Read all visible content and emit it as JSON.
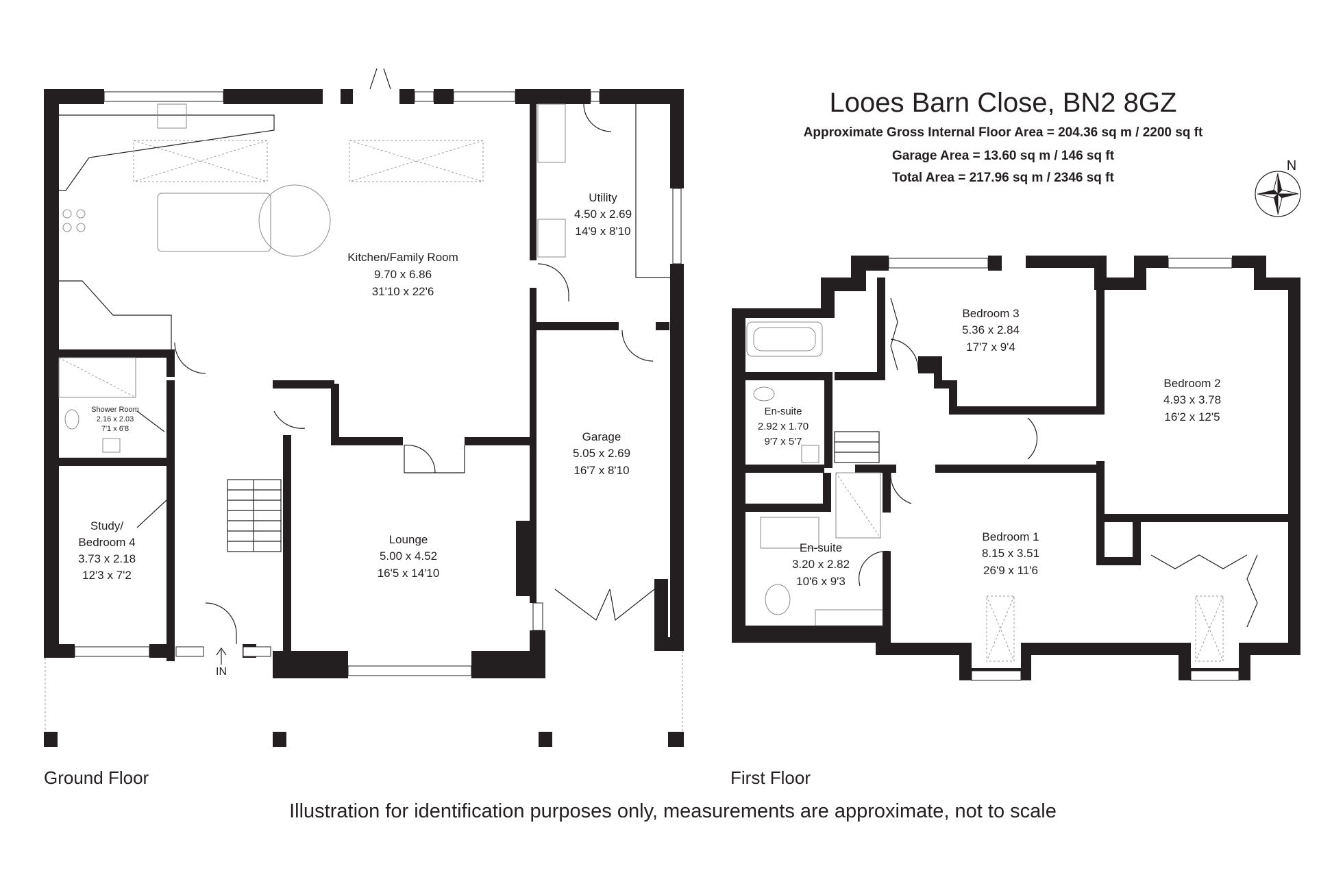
{
  "header": {
    "title": "Looes Barn Close, BN2 8GZ",
    "gross_area": "Approximate Gross Internal Floor Area = 204.36 sq m / 2200 sq ft",
    "garage_area": "Garage Area = 13.60 sq m / 146 sq ft",
    "total_area": "Total Area = 217.96 sq m / 2346 sq ft"
  },
  "compass": {
    "north_label": "N",
    "icon": "compass-rose-icon"
  },
  "ground_floor": {
    "label": "Ground Floor",
    "entrance_label": "IN",
    "rooms": [
      {
        "id": "kitchen",
        "name": "Kitchen/Family Room",
        "metric": "9.70 x 6.86",
        "imperial": "31'10 x 22'6"
      },
      {
        "id": "utility",
        "name": "Utility",
        "metric": "4.50 x 2.69",
        "imperial": "14'9 x 8'10"
      },
      {
        "id": "shower",
        "name": "Shower Room",
        "metric": "2.16 x 2.03",
        "imperial": "7'1 x 6'8"
      },
      {
        "id": "study",
        "name": "Study/",
        "name2": "Bedroom 4",
        "metric": "3.73 x 2.18",
        "imperial": "12'3 x 7'2"
      },
      {
        "id": "lounge",
        "name": "Lounge",
        "metric": "5.00 x 4.52",
        "imperial": "16'5 x 14'10"
      },
      {
        "id": "garage",
        "name": "Garage",
        "metric": "5.05 x 2.69",
        "imperial": "16'7 x 8'10"
      }
    ]
  },
  "first_floor": {
    "label": "First Floor",
    "rooms": [
      {
        "id": "bed3",
        "name": "Bedroom 3",
        "metric": "5.36 x 2.84",
        "imperial": "17'7 x 9'4"
      },
      {
        "id": "bed2",
        "name": "Bedroom 2",
        "metric": "4.93 x 3.78",
        "imperial": "16'2 x 12'5"
      },
      {
        "id": "ensuite1",
        "name": "En-suite",
        "metric": "2.92 x 1.70",
        "imperial": "9'7 x 5'7"
      },
      {
        "id": "ensuite2",
        "name": "En-suite",
        "metric": "3.20 x 2.82",
        "imperial": "10'6 x 9'3"
      },
      {
        "id": "bed1",
        "name": "Bedroom 1",
        "metric": "8.15 x 3.51",
        "imperial": "26'9 x 11'6"
      }
    ]
  },
  "footer": {
    "disclaimer": "Illustration for identification purposes only, measurements are approximate, not to scale"
  }
}
